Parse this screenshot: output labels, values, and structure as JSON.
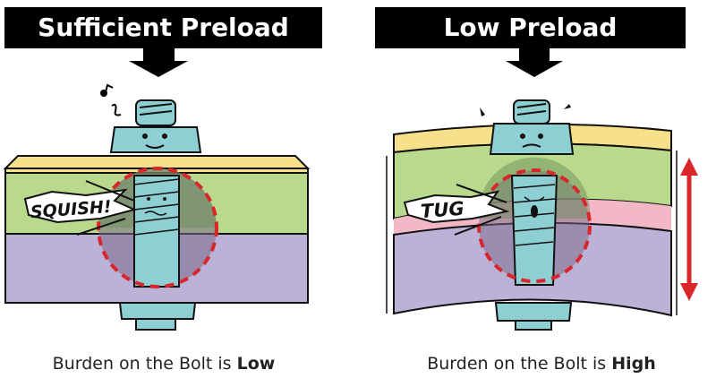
{
  "panels": {
    "left": {
      "title": "Sufficient Preload",
      "effect": "SQUISH!",
      "caption_prefix": "Burden on the Bolt is ",
      "caption_level": "Low"
    },
    "right": {
      "title": "Low Preload",
      "effect": "TUG",
      "caption_prefix": "Burden on the Bolt is ",
      "caption_level": "High"
    }
  },
  "colors": {
    "top_plate": "#f6e08a",
    "middle_plate": "#b9d98d",
    "bottom_plate": "#bcb1d6",
    "bolt": "#8ecfd4",
    "highlight_circle": "#d9262b",
    "gap": "#f2b8c6",
    "arrow_red": "#d9262b"
  }
}
